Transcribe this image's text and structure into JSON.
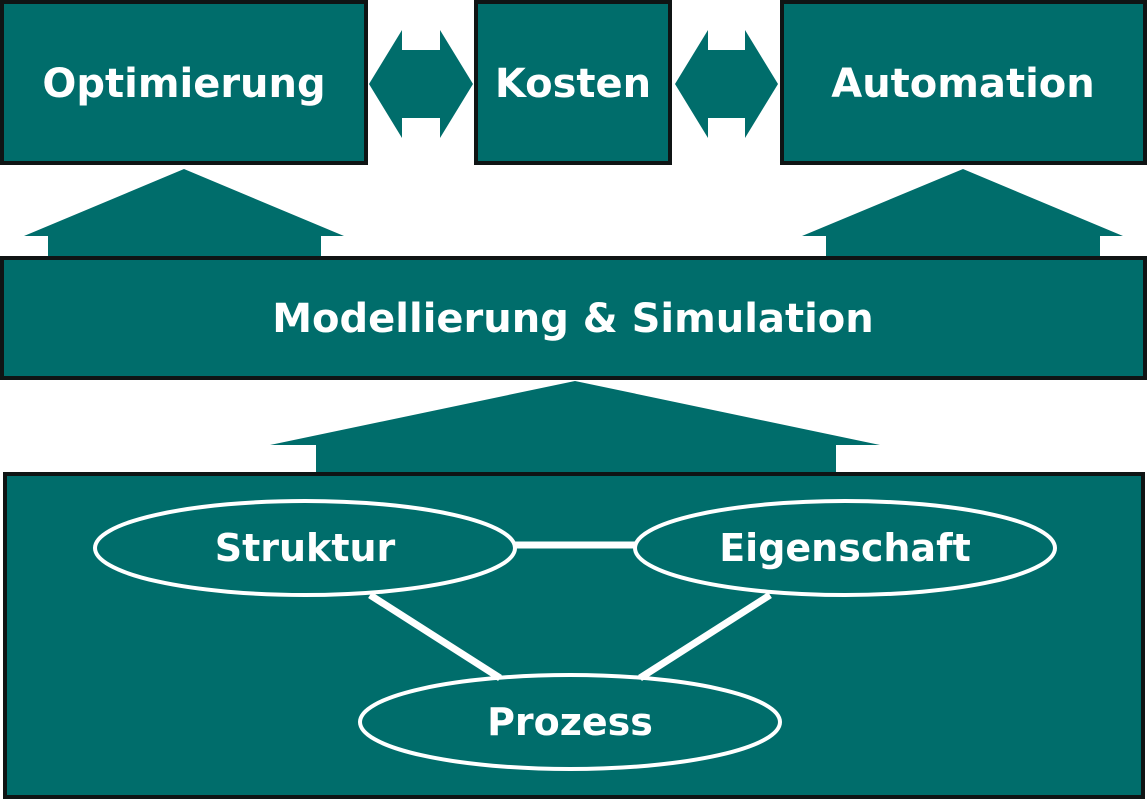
{
  "diagram": {
    "top": {
      "optimierung": "Optimierung",
      "kosten": "Kosten",
      "automation": "Automation"
    },
    "middle": {
      "modellierung": "Modellierung & Simulation"
    },
    "bottom": {
      "struktur": "Struktur",
      "eigenschaft": "Eigenschaft",
      "prozess": "Prozess"
    }
  },
  "colors": {
    "fill": "#006d6b",
    "border": "#0f1414",
    "text": "#ffffff"
  }
}
